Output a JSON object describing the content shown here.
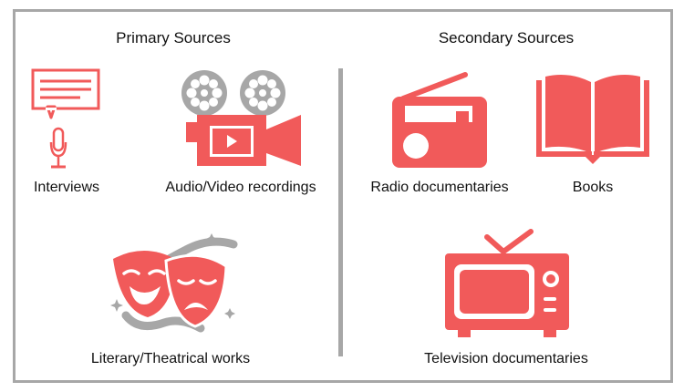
{
  "columns": {
    "primary": {
      "heading": "Primary Sources",
      "items": [
        {
          "label": "Interviews",
          "icon": "interview-icon"
        },
        {
          "label": "Audio/Video recordings",
          "icon": "film-camera-icon"
        },
        {
          "label": "Literary/Theatrical works",
          "icon": "theater-masks-icon"
        }
      ]
    },
    "secondary": {
      "heading": "Secondary Sources",
      "items": [
        {
          "label": "Radio documentaries",
          "icon": "radio-icon"
        },
        {
          "label": "Books",
          "icon": "book-icon"
        },
        {
          "label": "Television documentaries",
          "icon": "television-icon"
        }
      ]
    }
  },
  "colors": {
    "accent": "#f15a5a",
    "gray": "#a7a7a7",
    "text": "#111111",
    "background": "#ffffff"
  }
}
